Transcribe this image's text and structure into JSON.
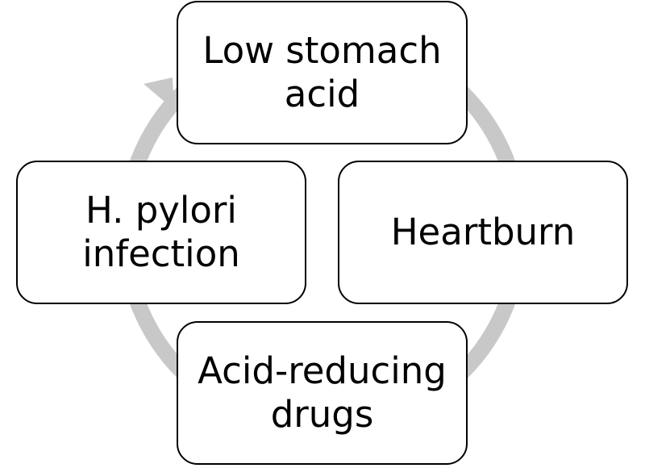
{
  "diagram": {
    "type": "cycle",
    "colors": {
      "ring": "#c8c8c8",
      "node_fill": "#ffffff",
      "node_border": "#000000",
      "text": "#000000"
    },
    "nodes": [
      {
        "id": "top",
        "label": "Low stomach acid"
      },
      {
        "id": "right",
        "label": "Heartburn"
      },
      {
        "id": "bottom",
        "label": "Acid-reducing drugs"
      },
      {
        "id": "left",
        "label": "H. pylori infection"
      }
    ],
    "edges": [
      {
        "from": "top",
        "to": "right"
      },
      {
        "from": "right",
        "to": "bottom"
      },
      {
        "from": "bottom",
        "to": "left"
      },
      {
        "from": "left",
        "to": "top",
        "arrowhead": true
      }
    ]
  }
}
